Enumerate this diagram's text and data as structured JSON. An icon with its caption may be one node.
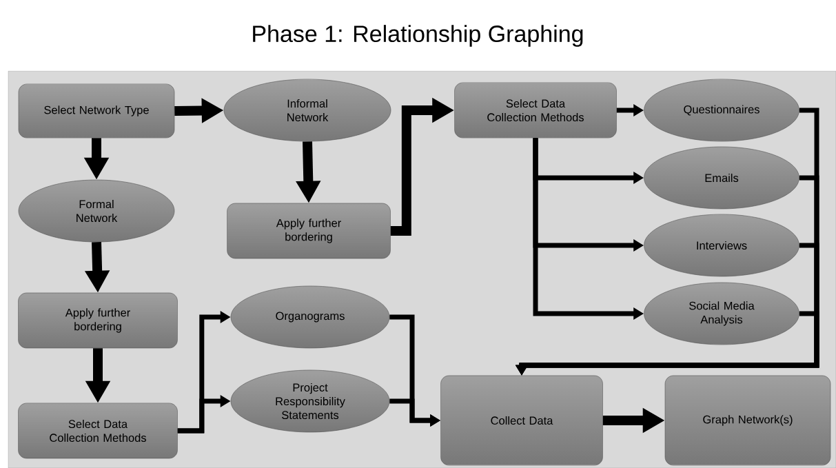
{
  "diagram": {
    "title": "Phase 1: Relationship Graphing",
    "nodes": [
      {
        "text": [
          "Select Network Type"
        ]
      },
      {
        "text": [
          "Informal Network"
        ]
      },
      {
        "text": [
          "Formal Network"
        ]
      },
      {
        "text": [
          "Apply further bordering"
        ]
      },
      {
        "text": [
          "Select Data Collection Methods"
        ]
      },
      {
        "text": [
          "Questionnaires"
        ]
      },
      {
        "text": [
          "Emails"
        ]
      },
      {
        "text": [
          "Interviews"
        ]
      },
      {
        "text": [
          "Social Media Analysis"
        ]
      },
      {
        "text": [
          "Apply further bordering"
        ]
      },
      {
        "text": [
          "Select Data Collection Methods"
        ]
      },
      {
        "text": [
          "Organograms"
        ]
      },
      {
        "text": [
          "Project Responsibility Statements"
        ]
      },
      {
        "text": [
          "Collect Data"
        ]
      },
      {
        "text": [
          "Graph Network(s)"
        ]
      }
    ],
    "edges": [
      {
        "from": 0,
        "to": 1,
        "arrow": "to",
        "style": "thick"
      },
      {
        "from": 0,
        "to": 2,
        "arrow": "to",
        "style": "thick"
      },
      {
        "from": 1,
        "to": 3,
        "arrow": "to",
        "style": "thick"
      },
      {
        "from": 3,
        "to": 4,
        "arrow": "to",
        "style": "thick"
      },
      {
        "from": 4,
        "to": 5,
        "arrow": "to"
      },
      {
        "from": 4,
        "to": 6,
        "arrow": "to"
      },
      {
        "from": 4,
        "to": 7,
        "arrow": "to"
      },
      {
        "from": 4,
        "to": 8,
        "arrow": "to"
      },
      {
        "from": 5,
        "to": 13,
        "arrow": "to"
      },
      {
        "from": 6,
        "to": 13,
        "arrow": "to"
      },
      {
        "from": 7,
        "to": 13,
        "arrow": "to"
      },
      {
        "from": 8,
        "to": 13,
        "arrow": "to"
      },
      {
        "from": 2,
        "to": 9,
        "arrow": "to",
        "style": "thick"
      },
      {
        "from": 9,
        "to": 10,
        "arrow": "to",
        "style": "thick"
      },
      {
        "from": 10,
        "to": 11,
        "arrow": "to"
      },
      {
        "from": 10,
        "to": 12,
        "arrow": "to"
      },
      {
        "from": 11,
        "to": 13,
        "arrow": "to"
      },
      {
        "from": 12,
        "to": 13,
        "arrow": "to"
      },
      {
        "from": 13,
        "to": 14,
        "arrow": "to",
        "style": "thick"
      }
    ]
  }
}
